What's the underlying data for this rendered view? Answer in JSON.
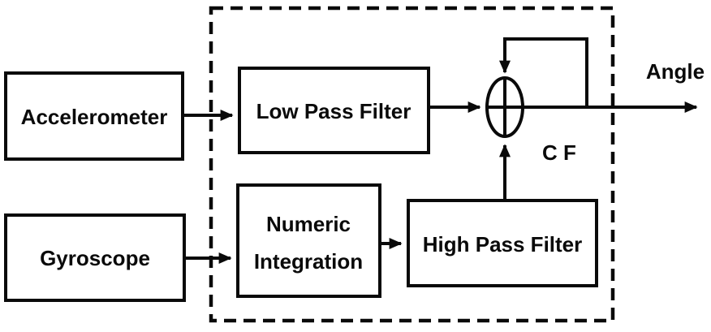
{
  "diagram": {
    "kind": "block-diagram",
    "blocks": {
      "accelerometer": {
        "label": "Accelerometer"
      },
      "gyroscope": {
        "label": "Gyroscope"
      },
      "low_pass_filter": {
        "label": "Low Pass Filter"
      },
      "numeric_integration": {
        "line1": "Numeric",
        "line2": "Integration"
      },
      "high_pass_filter": {
        "label": "High Pass Filter"
      }
    },
    "labels": {
      "summing_junction": "C F",
      "output": "Angle"
    },
    "icons": {
      "summing_junction": "plus-circle-icon",
      "arrows": "arrowhead-icon"
    },
    "colors": {
      "line": "#0a0a0a",
      "background": "#ffffff"
    }
  }
}
